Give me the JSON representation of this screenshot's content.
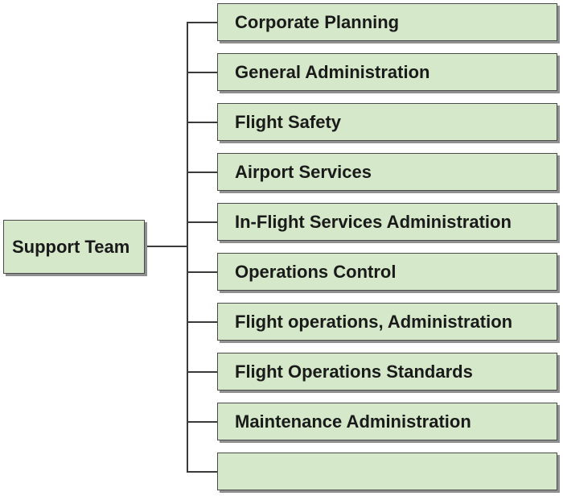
{
  "colors": {
    "box_fill": "#d5e8c9",
    "box_border": "#4a4a4a",
    "connector": "#3a3a3a"
  },
  "root": {
    "label": "Support Team"
  },
  "children": [
    {
      "label": "Corporate Planning"
    },
    {
      "label": "General Administration"
    },
    {
      "label": "Flight Safety"
    },
    {
      "label": "Airport Services"
    },
    {
      "label": "In-Flight Services Administration"
    },
    {
      "label": "Operations Control"
    },
    {
      "label": "Flight operations, Administration"
    },
    {
      "label": "Flight Operations Standards"
    },
    {
      "label": "Maintenance Administration"
    },
    {
      "label": ""
    }
  ]
}
